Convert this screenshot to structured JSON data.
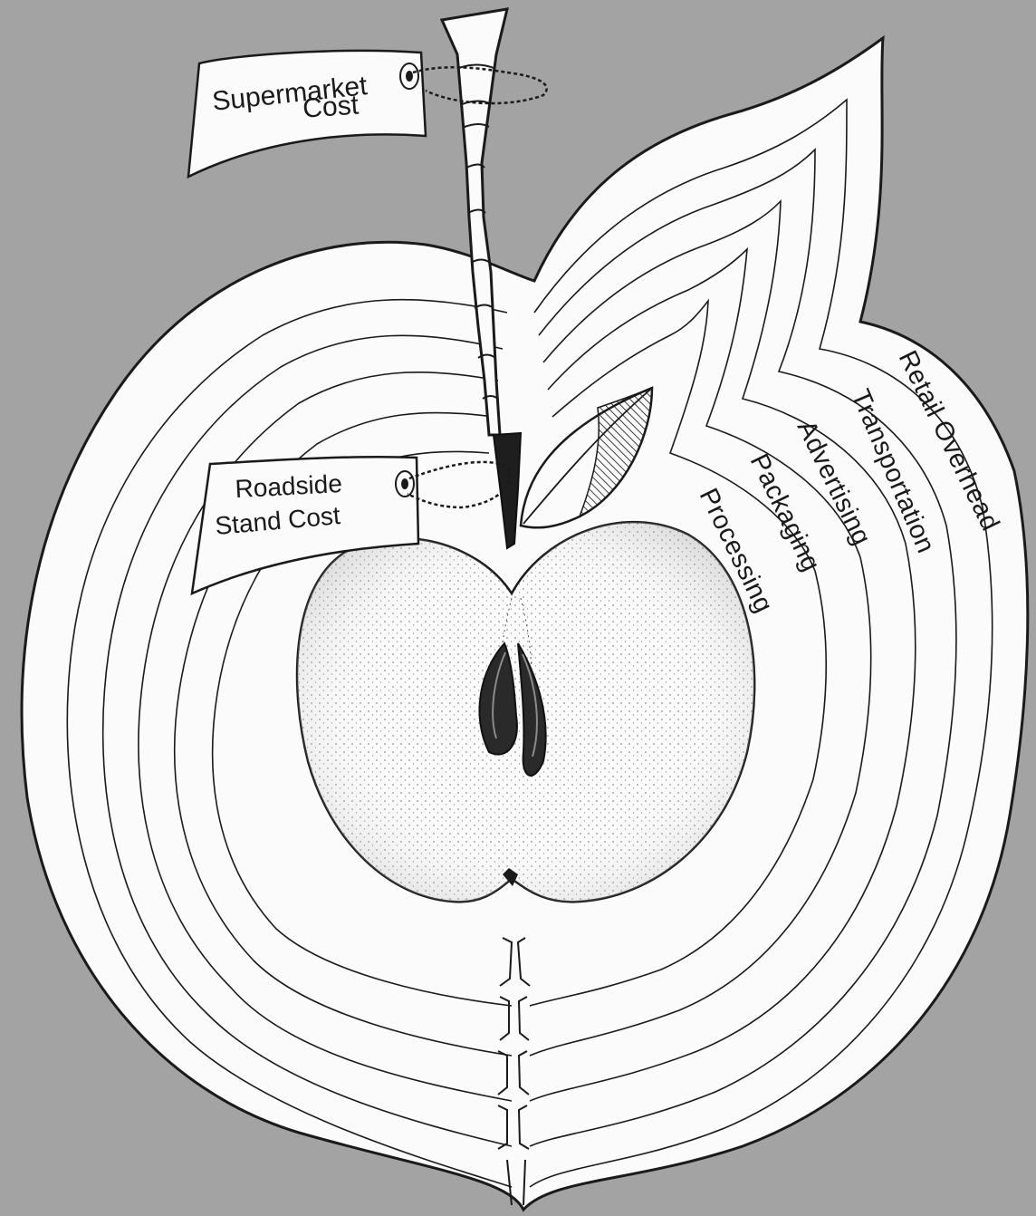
{
  "colors": {
    "background": "#a3a3a3",
    "paper": "#fbfbfb",
    "ink": "#1a1a1a"
  },
  "tags": {
    "supermarket": {
      "line1": "Supermarket",
      "line2": "Cost"
    },
    "roadside": {
      "line1": "Roadside",
      "line2": "Stand Cost"
    }
  },
  "bands": {
    "processing": "Processing",
    "packaging": "Packaging",
    "advertising": "Advertising",
    "transportation": "Transportation",
    "retail_overhead": "Retail Overhead"
  },
  "icons": {
    "apple": "apple-icon",
    "leaf": "leaf-icon",
    "stem": "stem-icon",
    "seeds": "seed-icon"
  }
}
